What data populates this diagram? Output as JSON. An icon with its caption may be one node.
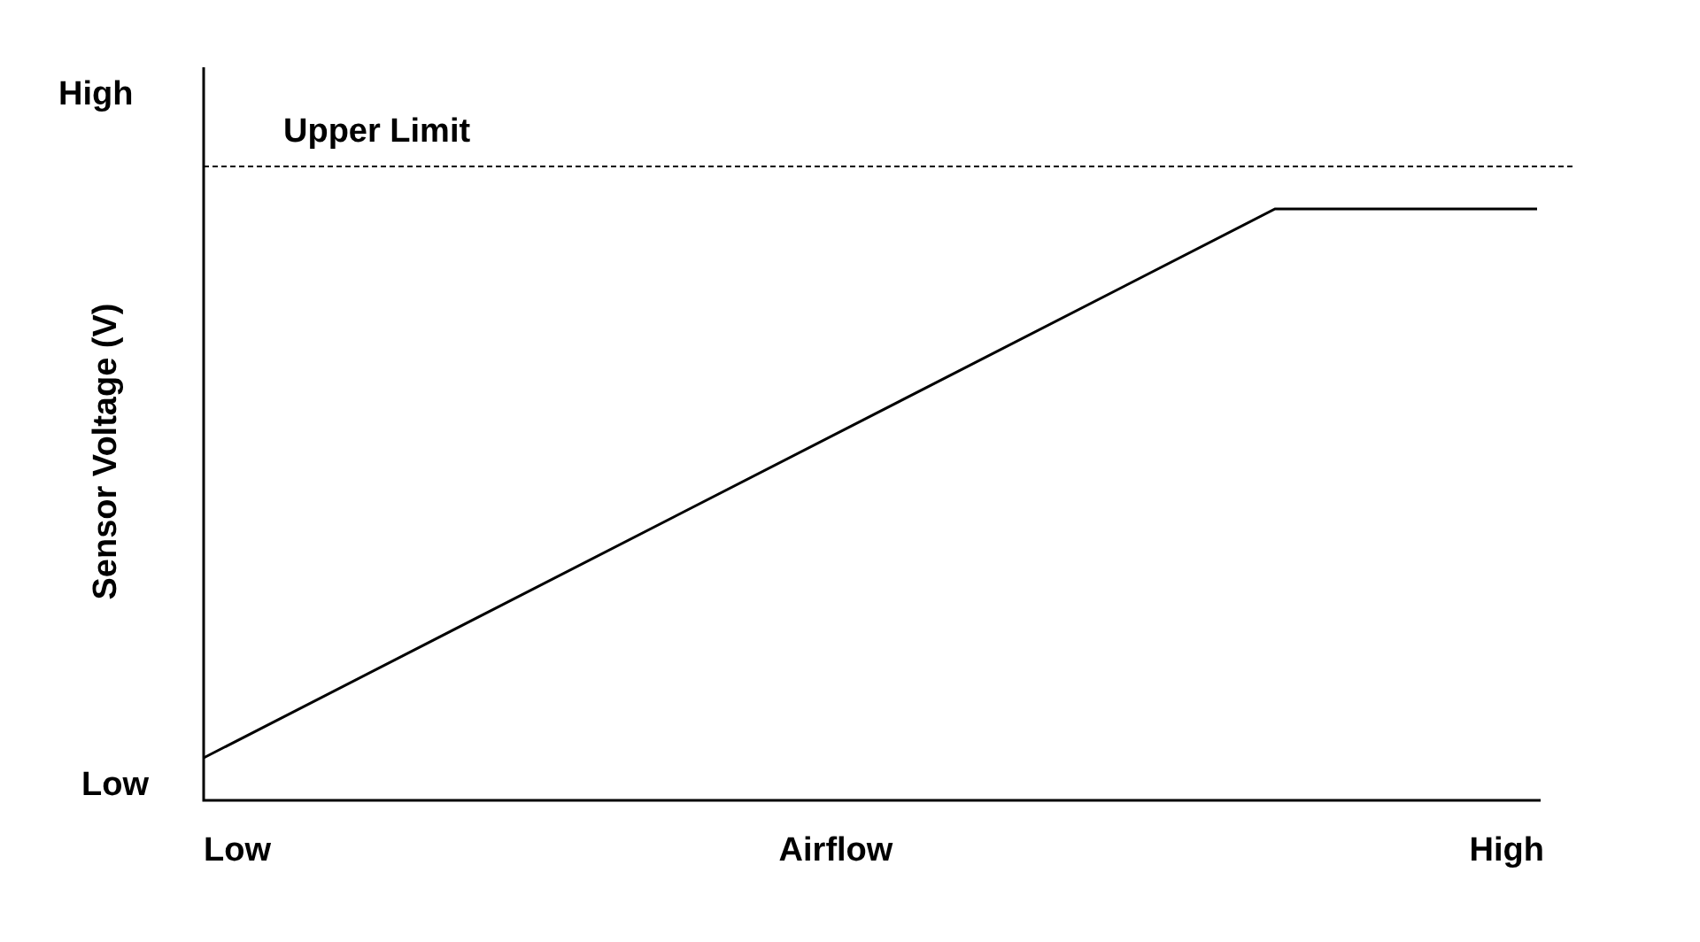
{
  "diagram": {
    "labels": [
      "High",
      "Upper Limit",
      "Sensor Voltage (V)",
      "Low",
      "Low",
      "Airflow",
      "High"
    ]
  }
}
